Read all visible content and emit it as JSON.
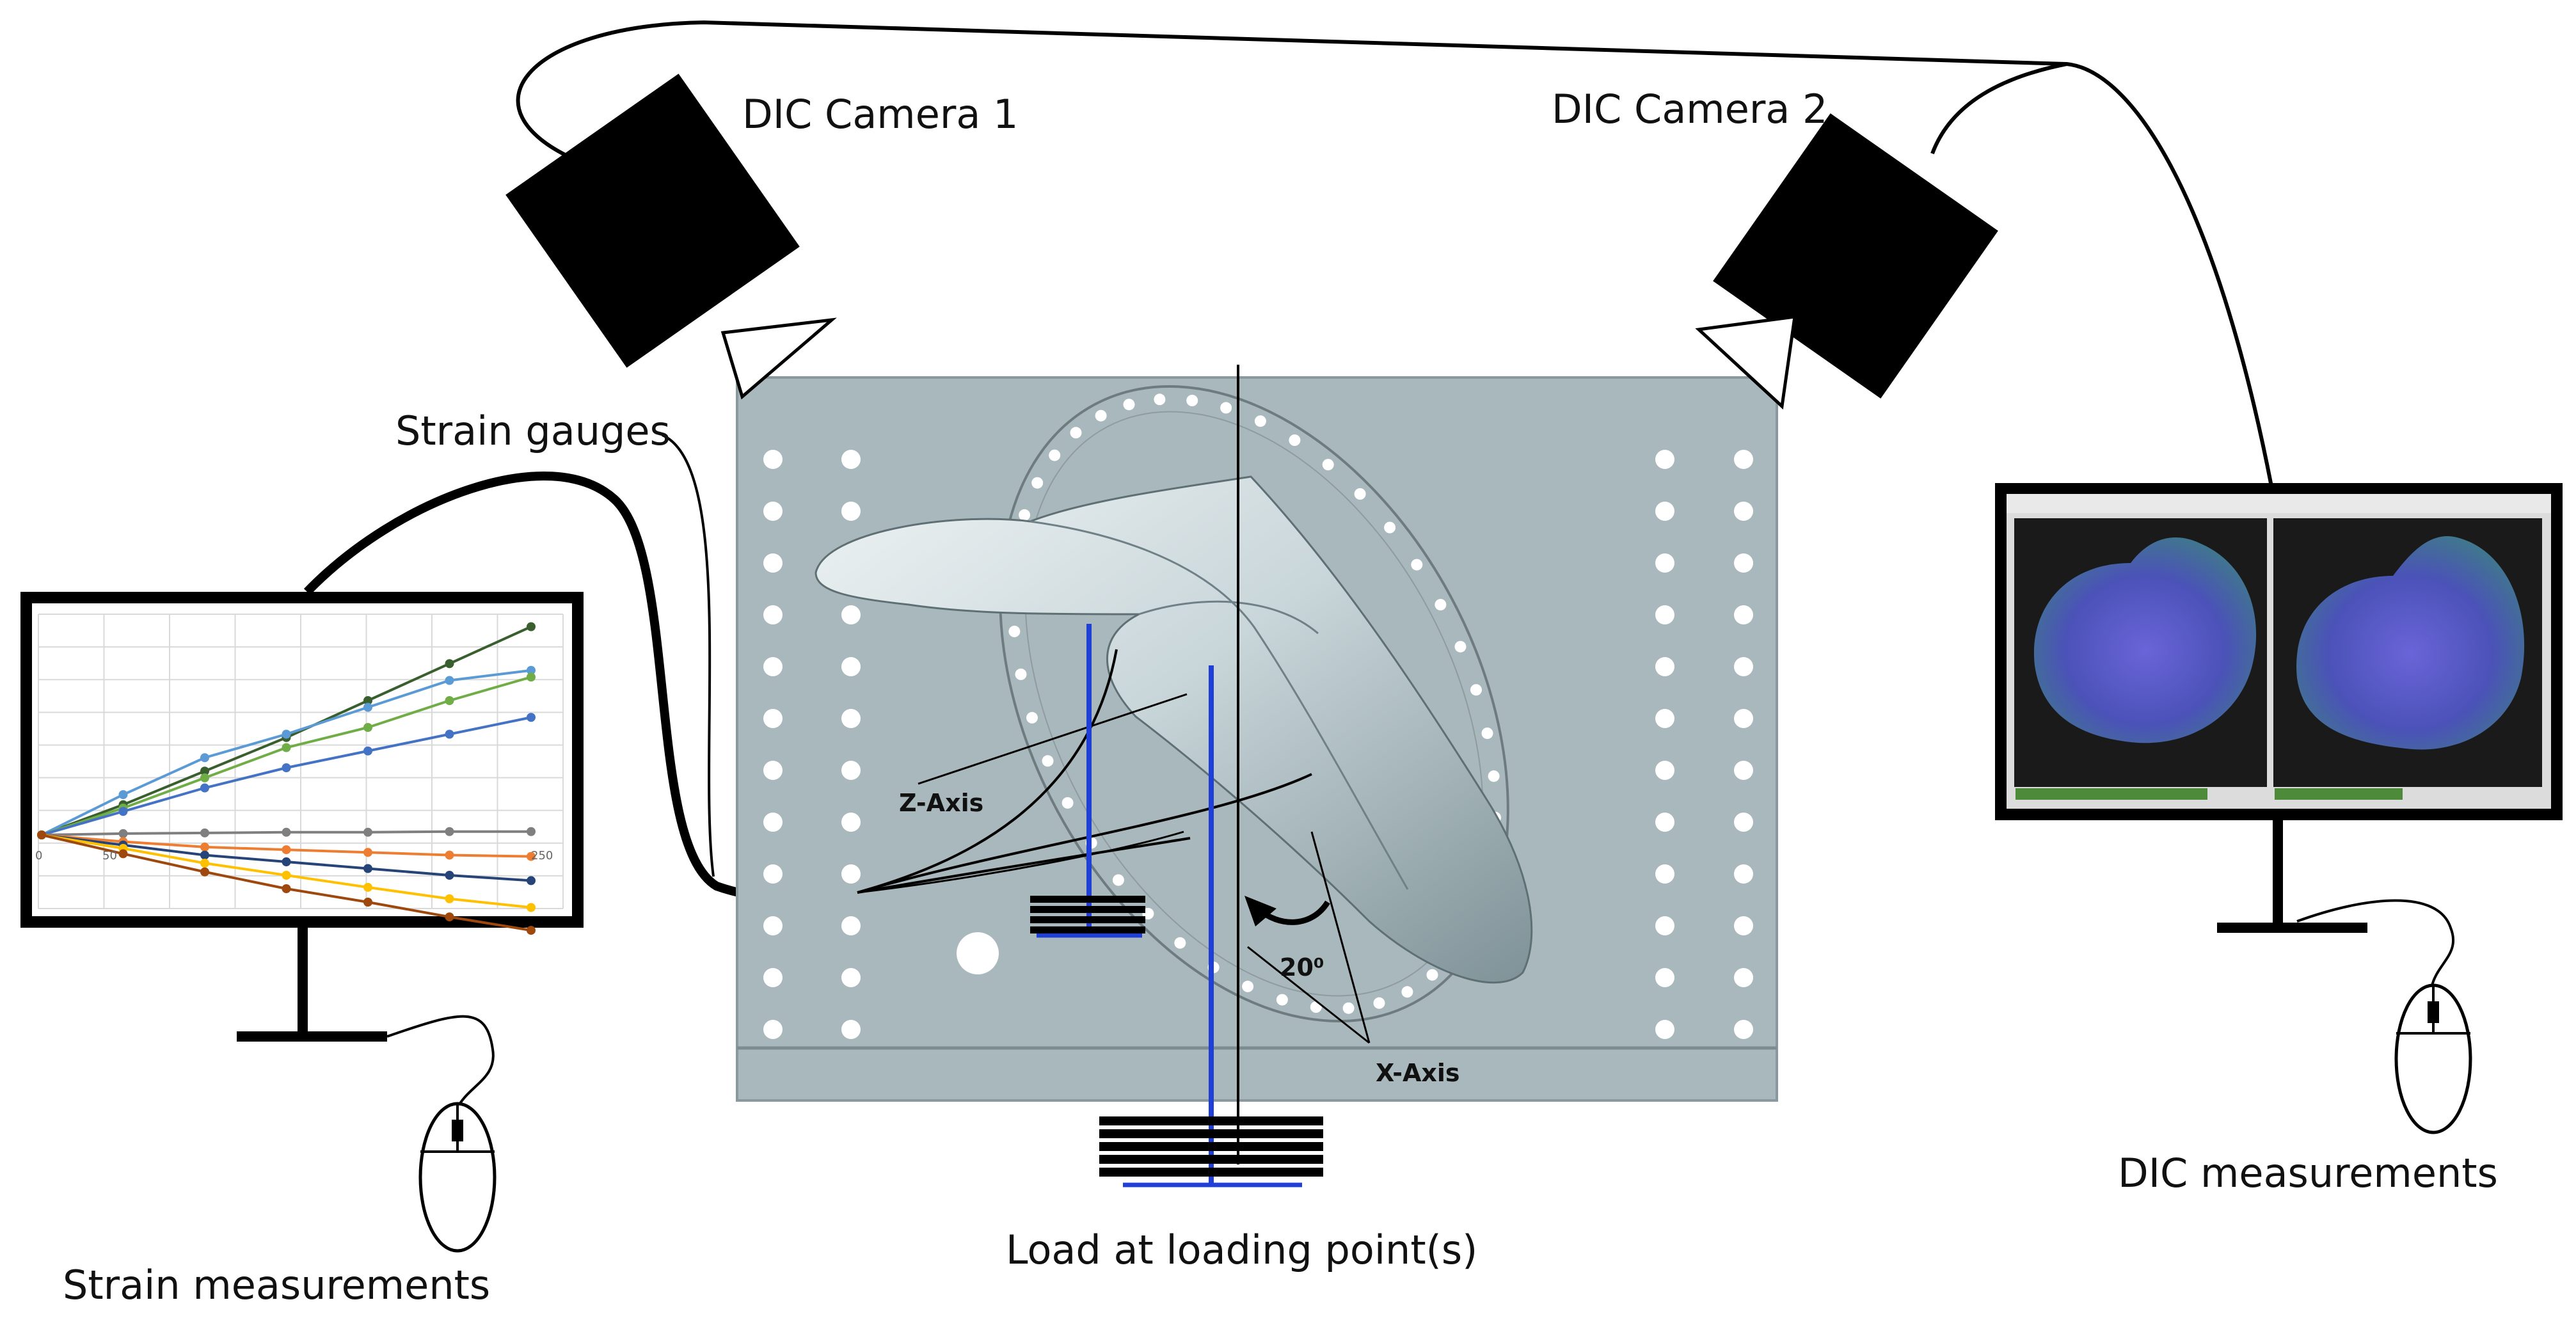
{
  "labels": {
    "camera1": "DIC Camera 1",
    "camera2": "DIC Camera 2",
    "strain_gauges": "Strain gauges",
    "strain_measurements": "Strain measurements",
    "dic_measurements": "DIC measurements",
    "load": "Load at loading point(s)",
    "z_axis": "Z-Axis",
    "x_axis": "X-Axis",
    "angle": "20⁰"
  },
  "monitor_chart": {
    "x_tick_start": "0",
    "x_tick_mid": "50",
    "x_tick_end": "250",
    "series": [
      {
        "color": "#3a5f2f",
        "values": [
          0,
          0.45,
          0.95,
          1.45,
          2.0,
          2.55,
          3.1
        ]
      },
      {
        "color": "#5b9bd5",
        "values": [
          0,
          0.6,
          1.15,
          1.5,
          1.9,
          2.3,
          2.45
        ]
      },
      {
        "color": "#70ad47",
        "values": [
          0,
          0.4,
          0.85,
          1.3,
          1.6,
          2.0,
          2.35
        ]
      },
      {
        "color": "#4472c4",
        "values": [
          0,
          0.35,
          0.7,
          1.0,
          1.25,
          1.5,
          1.75
        ]
      },
      {
        "color": "#7f7f7f",
        "values": [
          0,
          0.02,
          0.03,
          0.04,
          0.04,
          0.05,
          0.05
        ]
      },
      {
        "color": "#ed7d31",
        "values": [
          0,
          -0.1,
          -0.18,
          -0.22,
          -0.26,
          -0.3,
          -0.32
        ]
      },
      {
        "color": "#264478",
        "values": [
          0,
          -0.15,
          -0.3,
          -0.4,
          -0.5,
          -0.6,
          -0.68
        ]
      },
      {
        "color": "#ffc000",
        "values": [
          0,
          -0.2,
          -0.42,
          -0.6,
          -0.78,
          -0.95,
          -1.08
        ]
      },
      {
        "color": "#9e480e",
        "values": [
          0,
          -0.28,
          -0.55,
          -0.8,
          -1.0,
          -1.22,
          -1.42
        ]
      }
    ]
  },
  "colors": {
    "plate": "#a9b8bd",
    "plate_edge": "#8a999e",
    "load_bar": "#1f3fd6",
    "weight": "#000000",
    "camera": "#000000"
  }
}
